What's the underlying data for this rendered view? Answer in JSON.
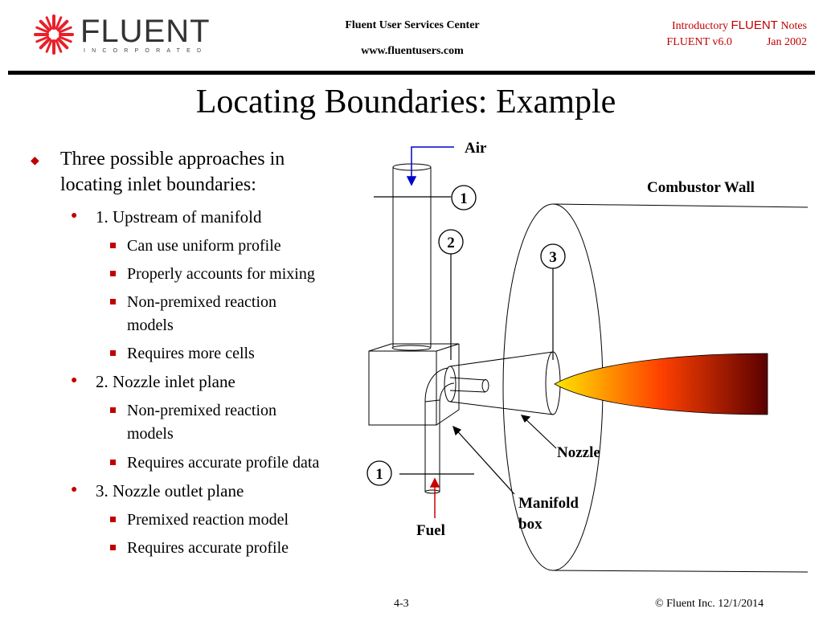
{
  "header": {
    "logo_text": "FLUENT",
    "logo_subtext": "INCORPORATED",
    "center_line1": "Fluent User Services Center",
    "center_line2": "www.fluentusers.com",
    "right_line1_prefix": "Introductory",
    "right_line1_brand": "FLUENT",
    "right_line1_suffix": "Notes",
    "right_line2_version": "FLUENT v6.0",
    "right_line2_date": "Jan 2002"
  },
  "title": "Locating Boundaries: Example",
  "bullets": {
    "main_line1": "Three possible approaches in",
    "main_line2": "locating inlet boundaries:",
    "approach1": "1. Upstream of manifold",
    "approach1_points": [
      "Can use uniform profile",
      "Properly accounts for mixing",
      "Non-premixed reaction",
      "models",
      "Requires more cells"
    ],
    "approach2": "2. Nozzle inlet plane",
    "approach2_points": [
      "Non-premixed reaction",
      "models",
      "Requires accurate profile data"
    ],
    "approach3": "3. Nozzle outlet plane",
    "approach3_points": [
      "Premixed reaction model",
      "Requires accurate profile"
    ]
  },
  "diagram": {
    "air_label": "Air",
    "fuel_label": "Fuel",
    "combustor_wall_label": "Combustor Wall",
    "nozzle_label": "Nozzle",
    "manifold_label_line1": "Manifold",
    "manifold_label_line2": "box",
    "marker_1_top": "1",
    "marker_2": "2",
    "marker_3": "3",
    "marker_1_bottom": "1",
    "colors": {
      "flame_start": "#ffe600",
      "flame_mid": "#ff4000",
      "flame_end": "#5a0000",
      "air_arrow": "#0000cc",
      "fuel_arrow": "#cc0000"
    }
  },
  "footer": {
    "page_number": "4-3",
    "copyright": "© Fluent Inc. 12/1/2014"
  }
}
